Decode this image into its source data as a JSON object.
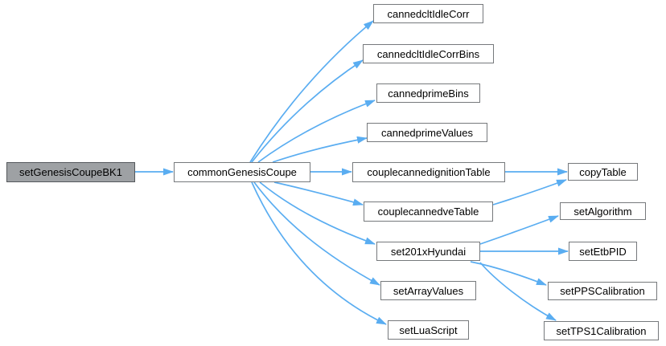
{
  "colors": {
    "background": "#ffffff",
    "edge": "#5aadf1",
    "node_fill": "#ffffff",
    "node_border": "#76797c",
    "root_fill": "#9ea1a4",
    "root_border": "#54585c",
    "text": "#000000"
  },
  "diagram": {
    "type": "call-graph",
    "root": "setGenesisCoupeBK1",
    "nodes": [
      {
        "id": "setGenesisCoupeBK1",
        "label": "setGenesisCoupeBK1"
      },
      {
        "id": "commonGenesisCoupe",
        "label": "commonGenesisCoupe"
      },
      {
        "id": "cannedcltIdleCorr",
        "label": "cannedcltIdleCorr"
      },
      {
        "id": "cannedcltIdleCorrBins",
        "label": "cannedcltIdleCorrBins"
      },
      {
        "id": "cannedprimeBins",
        "label": "cannedprimeBins"
      },
      {
        "id": "cannedprimeValues",
        "label": "cannedprimeValues"
      },
      {
        "id": "couplecannedignitionTable",
        "label": "couplecannedignitionTable"
      },
      {
        "id": "couplecannedveTable",
        "label": "couplecannedveTable"
      },
      {
        "id": "set201xHyundai",
        "label": "set201xHyundai"
      },
      {
        "id": "setArrayValues",
        "label": "setArrayValues"
      },
      {
        "id": "setLuaScript",
        "label": "setLuaScript"
      },
      {
        "id": "copyTable",
        "label": "copyTable"
      },
      {
        "id": "setAlgorithm",
        "label": "setAlgorithm"
      },
      {
        "id": "setEtbPID",
        "label": "setEtbPID"
      },
      {
        "id": "setPPSCalibration",
        "label": "setPPSCalibration"
      },
      {
        "id": "setTPS1Calibration",
        "label": "setTPS1Calibration"
      }
    ],
    "edges": [
      {
        "from": "setGenesisCoupeBK1",
        "to": "commonGenesisCoupe"
      },
      {
        "from": "commonGenesisCoupe",
        "to": "cannedcltIdleCorr"
      },
      {
        "from": "commonGenesisCoupe",
        "to": "cannedcltIdleCorrBins"
      },
      {
        "from": "commonGenesisCoupe",
        "to": "cannedprimeBins"
      },
      {
        "from": "commonGenesisCoupe",
        "to": "cannedprimeValues"
      },
      {
        "from": "commonGenesisCoupe",
        "to": "couplecannedignitionTable"
      },
      {
        "from": "commonGenesisCoupe",
        "to": "couplecannedveTable"
      },
      {
        "from": "commonGenesisCoupe",
        "to": "set201xHyundai"
      },
      {
        "from": "commonGenesisCoupe",
        "to": "setArrayValues"
      },
      {
        "from": "commonGenesisCoupe",
        "to": "setLuaScript"
      },
      {
        "from": "couplecannedignitionTable",
        "to": "copyTable"
      },
      {
        "from": "couplecannedveTable",
        "to": "copyTable"
      },
      {
        "from": "set201xHyundai",
        "to": "setAlgorithm"
      },
      {
        "from": "set201xHyundai",
        "to": "setEtbPID"
      },
      {
        "from": "set201xHyundai",
        "to": "setPPSCalibration"
      },
      {
        "from": "set201xHyundai",
        "to": "setTPS1Calibration"
      }
    ]
  }
}
